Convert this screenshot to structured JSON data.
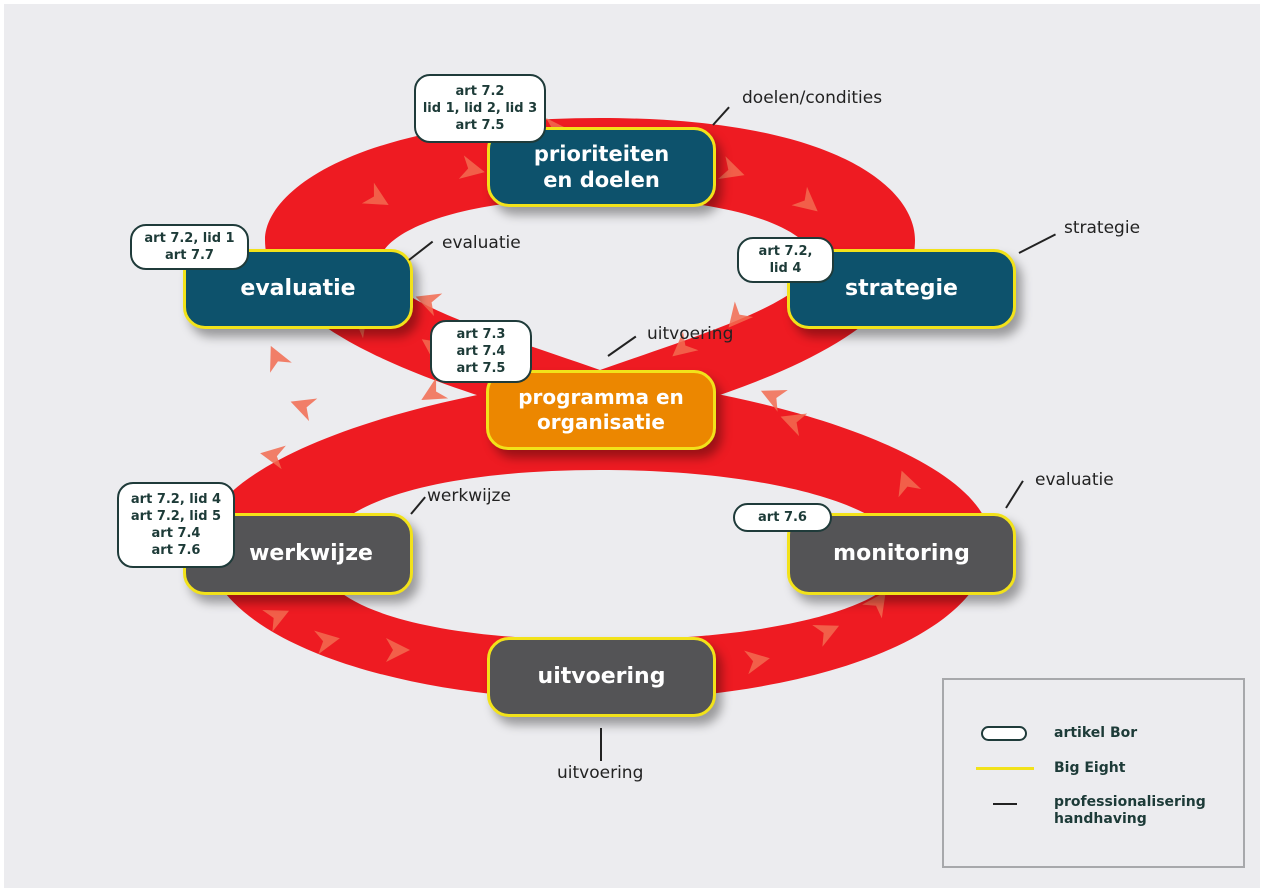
{
  "colors": {
    "loop": "#ee1b22",
    "arrow": "#f26b50",
    "node_blue": "#0d526c",
    "node_orange": "#ec8700",
    "node_gray": "#545456",
    "border_yellow": "#f2e21a",
    "text_dark": "#1d3b38"
  },
  "nodes": {
    "prioriteiten": [
      "prioriteiten",
      "en doelen"
    ],
    "evaluatie": [
      "evaluatie"
    ],
    "strategie": [
      "strategie"
    ],
    "programma": [
      "programma en",
      "organisatie"
    ],
    "werkwijze": [
      "werkwijze"
    ],
    "monitoring": [
      "monitoring"
    ],
    "uitvoering": [
      "uitvoering"
    ]
  },
  "articles": {
    "prioriteiten": [
      "art 7.2",
      "lid 1, lid 2, lid 3",
      "art 7.5"
    ],
    "evaluatie": [
      "art 7.2, lid 1",
      "art 7.7"
    ],
    "strategie": [
      "art 7.2,",
      "lid 4"
    ],
    "programma": [
      "art 7.3",
      "art 7.4",
      "art 7.5"
    ],
    "werkwijze": [
      "art 7.2, lid 4",
      "art 7.2, lid 5",
      "art 7.4",
      "art 7.6"
    ],
    "monitoring": [
      "art 7.6"
    ]
  },
  "labels": {
    "doelen": "doelen/condities",
    "strategie": "strategie",
    "evaluatie_top": "evaluatie",
    "uitvoering_mid": "uitvoering",
    "werkwijze": "werkwijze",
    "evaluatie_right": "evaluatie",
    "uitvoering_bottom": "uitvoering"
  },
  "legend": {
    "artikel": "artikel Bor",
    "bigeight": "Big Eight",
    "prof_line1": "professionalisering",
    "prof_line2": "handhaving"
  }
}
